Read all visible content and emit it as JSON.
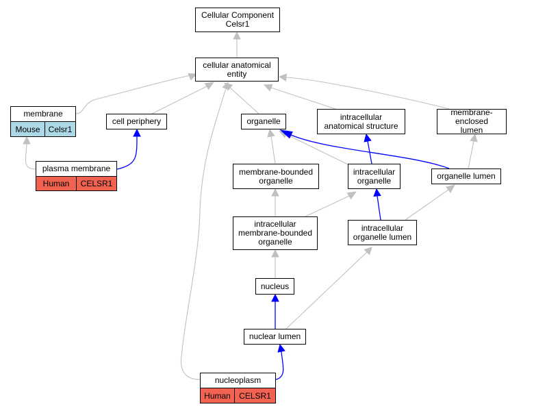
{
  "colors": {
    "gray_edge": "#c0c0c0",
    "blue_edge": "#0000ff",
    "mouse_tag": "#add8e6",
    "human_tag": "#f26251"
  },
  "nodes": {
    "root": [
      "Cellular Component",
      "Celsr1"
    ],
    "cae": [
      "cellular anatomical",
      "entity"
    ],
    "membrane": [
      "membrane"
    ],
    "cell_periphery": [
      "cell periphery"
    ],
    "organelle": [
      "organelle"
    ],
    "ias": [
      "intracellular",
      "anatomical structure"
    ],
    "mel": [
      "membrane-enclosed",
      "lumen"
    ],
    "plasma_membrane": [
      "plasma membrane"
    ],
    "mbo": [
      "membrane-bounded",
      "organelle"
    ],
    "io": [
      "intracellular",
      "organelle"
    ],
    "ol": [
      "organelle lumen"
    ],
    "imbo": [
      "intracellular",
      "membrane-bounded",
      "organelle"
    ],
    "iol": [
      "intracellular",
      "organelle lumen"
    ],
    "nucleus": [
      "nucleus"
    ],
    "nuclear_lumen": [
      "nuclear lumen"
    ],
    "nucleoplasm": [
      "nucleoplasm"
    ]
  },
  "tags": {
    "membrane_species": "Mouse",
    "membrane_gene": "Celsr1",
    "pm_species": "Human",
    "pm_gene": "CELSR1",
    "np_species": "Human",
    "np_gene": "CELSR1"
  }
}
